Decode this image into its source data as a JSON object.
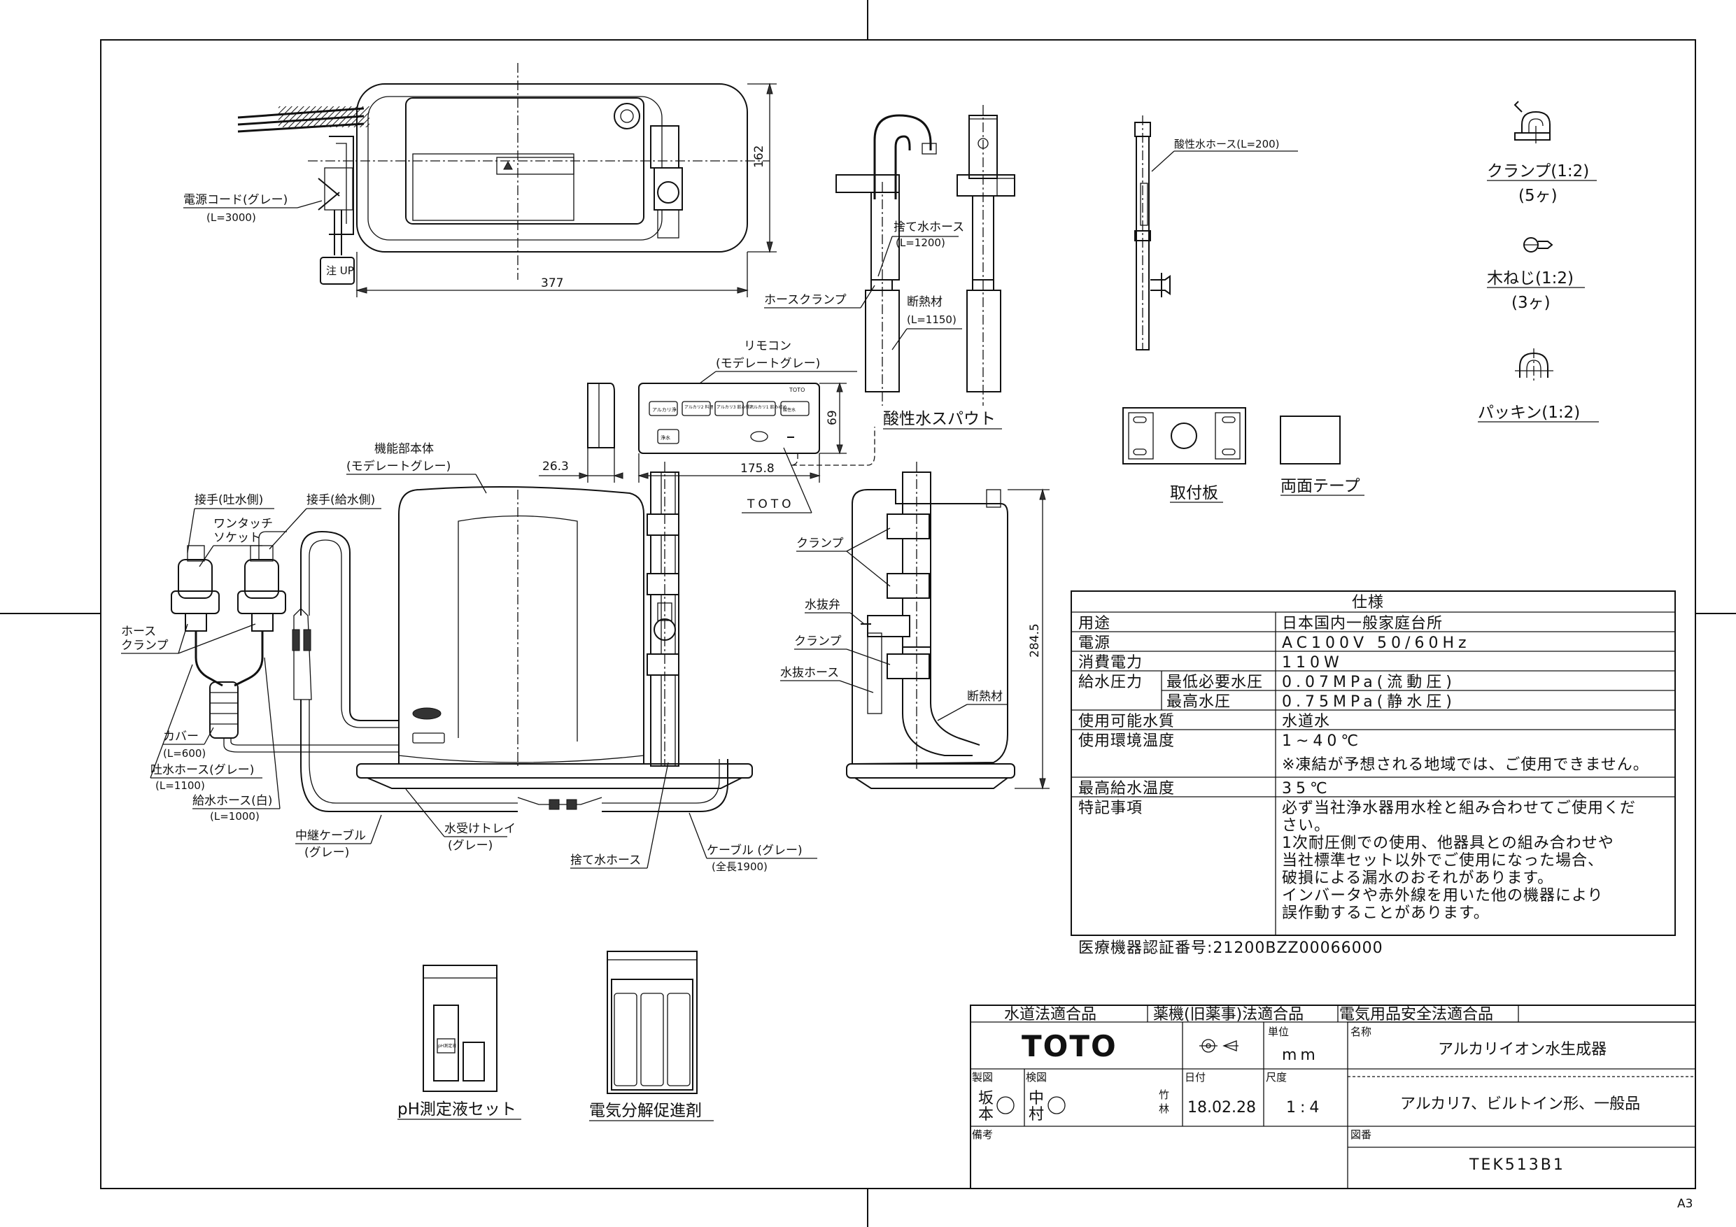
{
  "sheet_size": "A3",
  "main_unit": {
    "power_cord_name": "電源コード(グレー)",
    "power_cord_length": "(L=3000)",
    "dim_width": "377",
    "dim_height": "162",
    "body_name": "機能部本体",
    "body_color": "(モデレートグレー)",
    "dim_height_front": "284.5"
  },
  "remote": {
    "name": "リモコン",
    "color": "(モデレートグレー)",
    "brand": "TOTO",
    "dim_depth": "26.3",
    "dim_width": "175.8",
    "dim_height": "69",
    "buttons": [
      "アルカリ浄",
      "アルカリ2 料理",
      "アルカリ3 飲み慣れ",
      "アルカリ1 飲み初め",
      "酸性水",
      "浄水"
    ]
  },
  "spout": {
    "hose_name": "捨て水ホース",
    "hose_length": "(L=1200)",
    "insulation_name": "断熱材",
    "insulation_length": "(L=1150)",
    "hose_clamp": "ホースクランプ",
    "title": "酸性水スパウト"
  },
  "acid_hose": {
    "label": "酸性水ホース(L=200)"
  },
  "fittings": {
    "outlet_joint": "接手(吐水側)",
    "supply_joint": "接手(給水側)",
    "one_touch_1": "ワンタッチ",
    "one_touch_2": "ソケット",
    "hose_clamp_1": "ホース",
    "hose_clamp_2": "クランプ",
    "cover": "カバー",
    "cover_length": "(L=600)",
    "outlet_hose": "吐水ホース(グレー)",
    "outlet_hose_length": "(L=1100)",
    "supply_hose": "給水ホース(白)",
    "supply_hose_length": "(L=1000)",
    "relay_cable": "中継ケーブル",
    "relay_cable_color": "(グレー)",
    "tray": "水受けトレイ",
    "tray_color": "(グレー)",
    "drain_hose": "捨て水ホース",
    "cable": "ケーブル (グレー)",
    "cable_length": "(全長1900)"
  },
  "side_view": {
    "clamp_top": "クランプ",
    "drain_valve": "水抜弁",
    "clamp_mid": "クランプ",
    "drain_hose": "水抜ホース",
    "insulation": "断熱材"
  },
  "accessories": {
    "clamp": "クランプ(1:2)",
    "clamp_qty": "(5ヶ)",
    "screw": "木ねじ(1:2)",
    "screw_qty": "(3ヶ)",
    "packing": "パッキン(1:2)",
    "mount_plate": "取付板",
    "tape": "両面テープ",
    "ph_set": "pH測定液セット",
    "electrolyte": "電気分解促進剤"
  },
  "spec": {
    "title": "仕様",
    "rows": [
      {
        "label": "用途",
        "value": "日本国内一般家庭台所"
      },
      {
        "label": "電源",
        "value": "AC100V 50/60Hz"
      },
      {
        "label": "消費電力",
        "value": "110W"
      },
      {
        "label": "給水圧力",
        "sub": "最低必要水圧",
        "value": "0.07MPa(流動圧)"
      },
      {
        "label": "",
        "sub": "最高水圧",
        "value": "0.75MPa(静水圧)"
      },
      {
        "label": "使用可能水質",
        "value": "水道水"
      },
      {
        "label": "使用環境温度",
        "value": "1~40℃",
        "value2": "※凍結が予想される地域では、ご使用できません。"
      },
      {
        "label": "最高給水温度",
        "value": "35℃"
      }
    ],
    "notes_label": "特記事項",
    "notes": [
      "必ず当社浄水器用水栓と組み合わせてご使用くだ",
      "さい。",
      "1次耐圧側での使用、他器具との組み合わせや",
      "当社標準セット以外でご使用になった場合、",
      "破損による漏水のおそれがあります。",
      "インバータや赤外線を用いた他の機器により",
      "誤作動することがあります。"
    ],
    "cert": "医療機器認証番号:21200BZZ00066000"
  },
  "title_block": {
    "compliance": [
      "水道法適合品",
      "薬機(旧薬事)法適合品",
      "電気用品安全法適合品"
    ],
    "brand": "TOTO",
    "unit_label": "単位",
    "unit": "mm",
    "name_label": "名称",
    "name": "アルカリイオン水生成器",
    "subtitle": "アルカリ7、ビルトイン形、一般品",
    "drawn_label": "製図",
    "drawn": [
      "坂",
      "本"
    ],
    "checked_label": "検図",
    "checked": [
      "中",
      "村"
    ],
    "checked2": [
      "竹",
      "林"
    ],
    "date_label": "日付",
    "date": "18.02.28",
    "scale_label": "尺度",
    "scale": "1:4",
    "remarks_label": "備考",
    "drawing_no_label": "図番",
    "drawing_no": "TEK513B1"
  }
}
